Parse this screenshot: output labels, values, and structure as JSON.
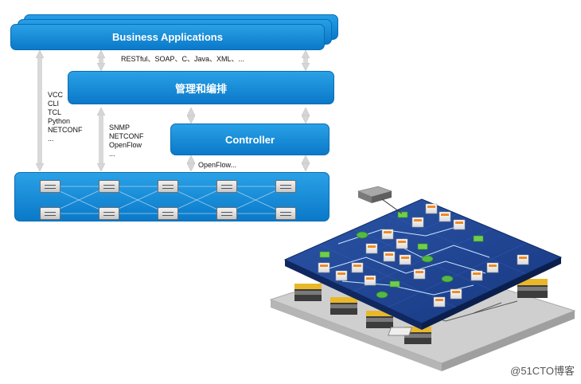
{
  "layers": {
    "business": "Business Applications",
    "management": "管理和编排",
    "controller": "Controller"
  },
  "labels": {
    "north_apis": "RESTful、SOAP、C、Java、XML、...",
    "southbound": "OpenFlow...",
    "left_protocols": [
      "VCC",
      "CLI",
      "TCL",
      "Python",
      "NETCONF",
      "..."
    ],
    "mid_protocols": [
      "SNMP",
      "NETCONF",
      "OpenFlow",
      "..."
    ]
  },
  "watermark": "@51CTO博客",
  "colors": {
    "layer_blue": "#0a79c9",
    "arrow_gray": "#d9d9d9",
    "fabric_dark": "#1c3f8a"
  }
}
